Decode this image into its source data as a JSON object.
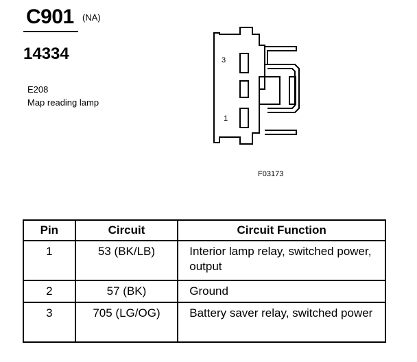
{
  "connector": {
    "id": "C901",
    "variant": "(NA)",
    "part_number": "14334",
    "component_code": "E208",
    "component_desc": "Map reading lamp",
    "figure_id": "F03173",
    "pin_labels": [
      "3",
      "1"
    ]
  },
  "table": {
    "headers": [
      "Pin",
      "Circuit",
      "Circuit Function"
    ],
    "rows": [
      {
        "pin": "1",
        "circuit": "53 (BK/LB)",
        "function": "Interior lamp relay, switched power, output"
      },
      {
        "pin": "2",
        "circuit": "57 (BK)",
        "function": "Ground"
      },
      {
        "pin": "3",
        "circuit": "705 (LG/OG)",
        "function": "Battery saver relay, switched power"
      }
    ]
  }
}
